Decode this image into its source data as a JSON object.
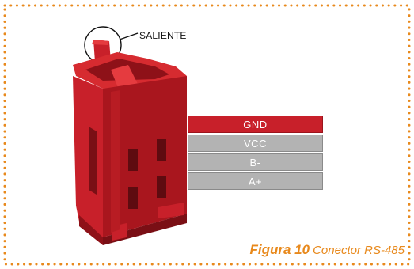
{
  "callout": {
    "label": "SALIENTE"
  },
  "pins": [
    {
      "label": "GND",
      "color": "#c8202a"
    },
    {
      "label": "VCC",
      "color": "#b3b3b3"
    },
    {
      "label": "B-",
      "color": "#b3b3b3"
    },
    {
      "label": "A+",
      "color": "#b3b3b3"
    }
  ],
  "caption": {
    "figure": "Figura 10",
    "text": "Conector RS-485"
  },
  "colors": {
    "border": "#e8891c",
    "connector": "#c8202a",
    "connector_dark": "#8e1118",
    "accent": "#e8891c"
  }
}
